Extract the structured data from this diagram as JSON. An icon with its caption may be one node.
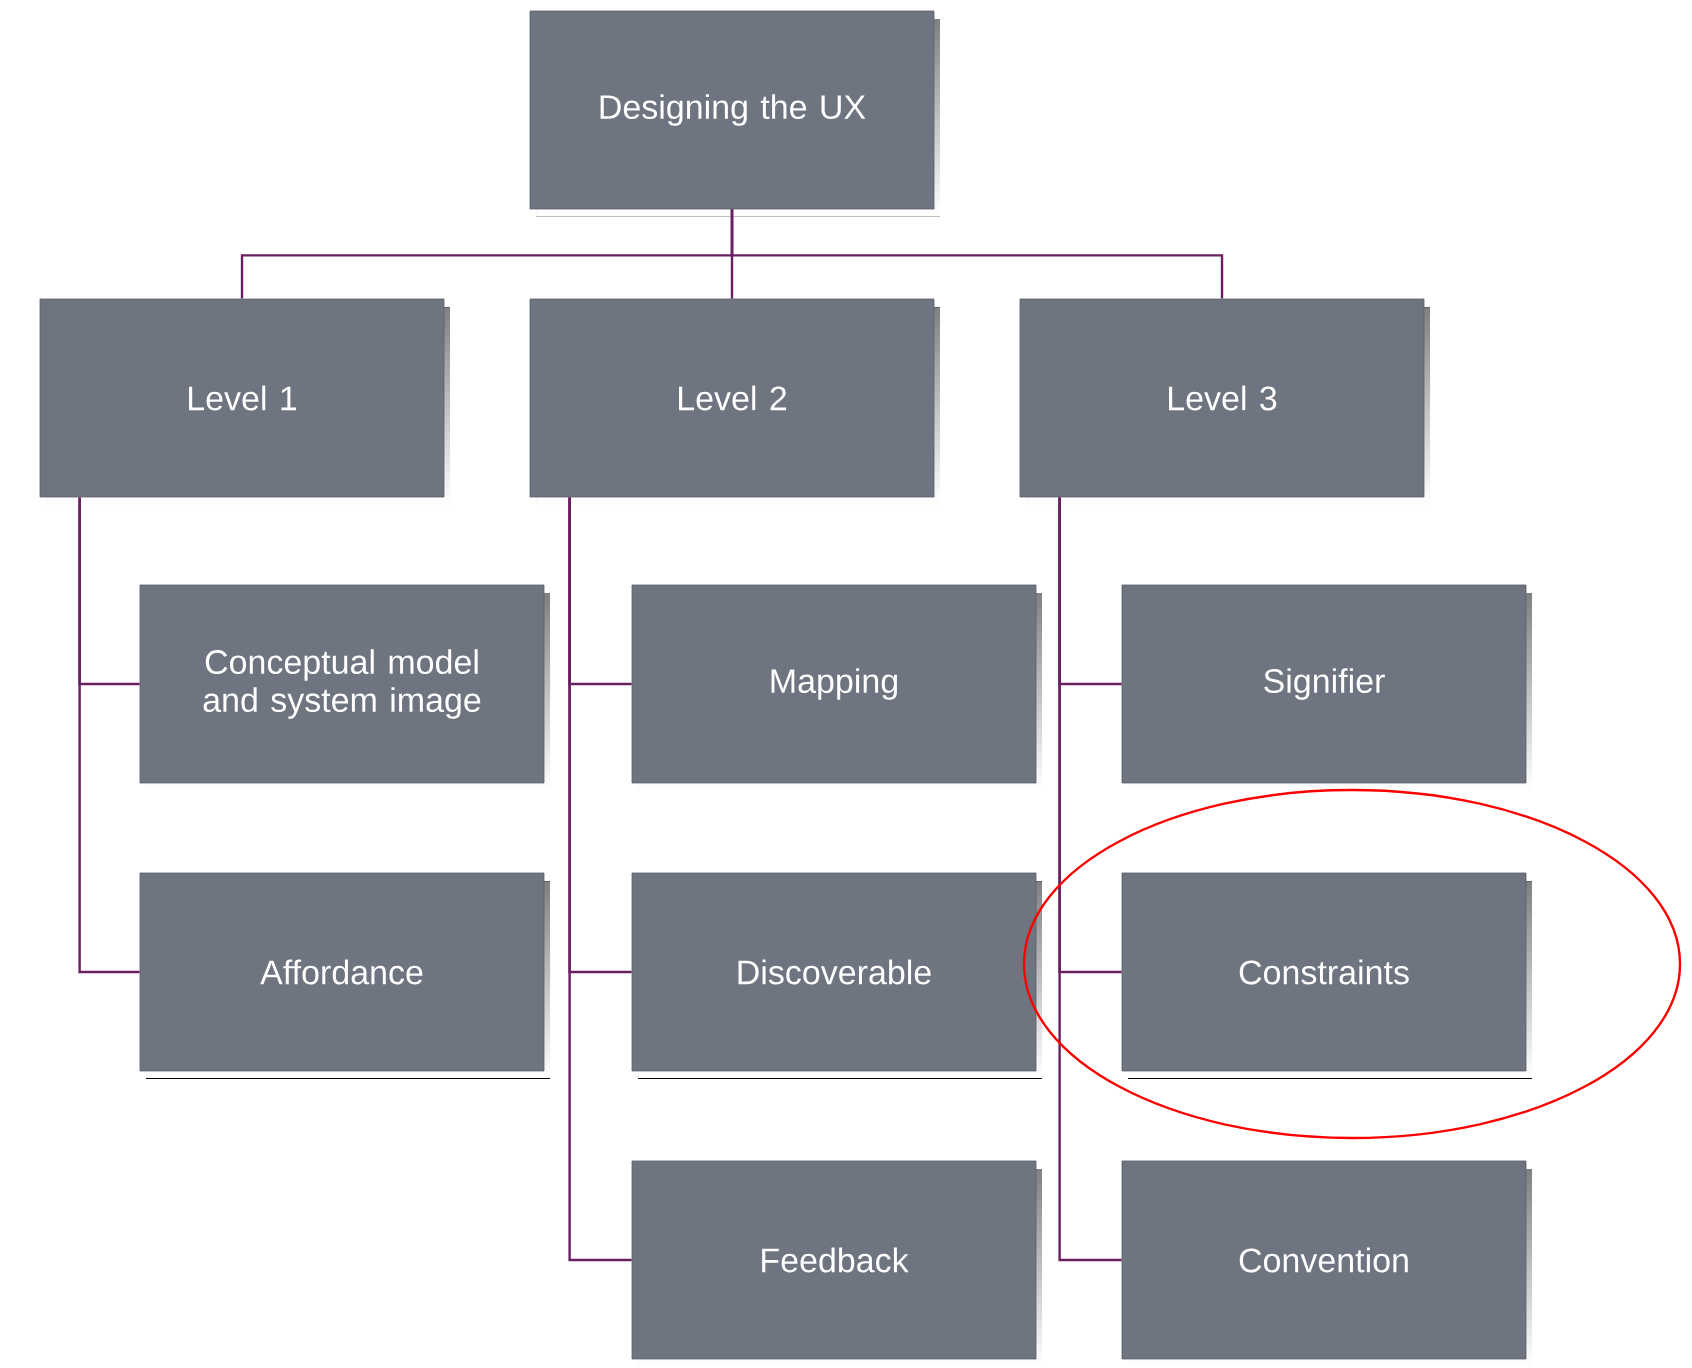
{
  "diagram": {
    "nodes": [
      {
        "text": [
          "Designing the UX"
        ]
      },
      {
        "text": [
          "Level 1"
        ]
      },
      {
        "text": [
          "Level 2"
        ]
      },
      {
        "text": [
          "Level 3"
        ]
      },
      {
        "text": [
          "Conceptual model and system image"
        ]
      },
      {
        "text": [
          "Affordance"
        ]
      },
      {
        "text": [
          "Mapping"
        ]
      },
      {
        "text": [
          "Discoverable"
        ]
      },
      {
        "text": [
          "Feedback"
        ]
      },
      {
        "text": [
          "Signifier"
        ]
      },
      {
        "text": [
          "Constraints"
        ]
      },
      {
        "text": [
          "Convention"
        ]
      }
    ],
    "edges": [
      {
        "from": 0,
        "to": 1,
        "arrow": "none"
      },
      {
        "from": 0,
        "to": 2,
        "arrow": "none"
      },
      {
        "from": 0,
        "to": 3,
        "arrow": "none"
      },
      {
        "from": 1,
        "to": 4,
        "arrow": "none"
      },
      {
        "from": 1,
        "to": 5,
        "arrow": "none"
      },
      {
        "from": 2,
        "to": 6,
        "arrow": "none"
      },
      {
        "from": 2,
        "to": 7,
        "arrow": "none"
      },
      {
        "from": 2,
        "to": 8,
        "arrow": "none"
      },
      {
        "from": 3,
        "to": 9,
        "arrow": "none"
      },
      {
        "from": 3,
        "to": 10,
        "arrow": "none"
      },
      {
        "from": 3,
        "to": 11,
        "arrow": "none"
      }
    ]
  }
}
